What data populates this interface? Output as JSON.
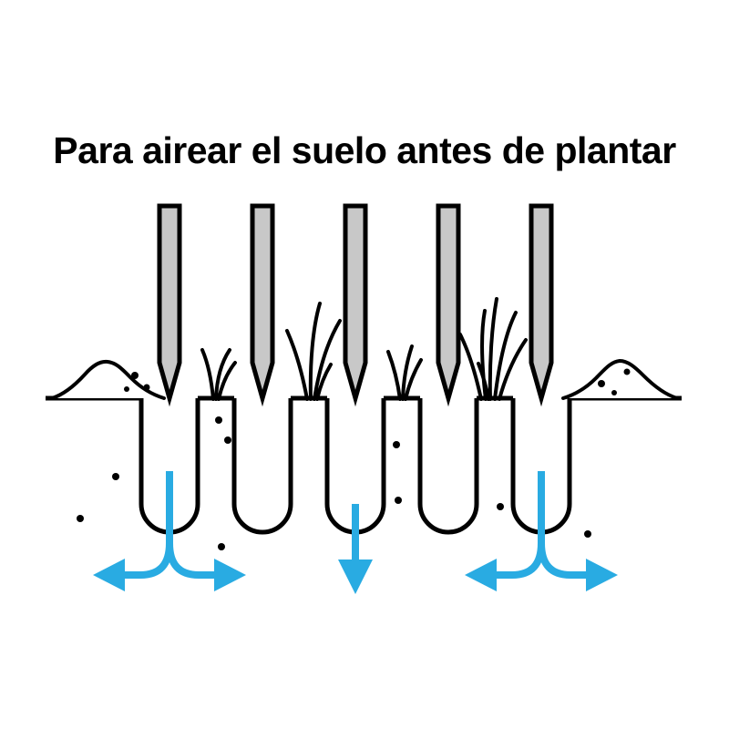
{
  "title": "Para airear el suelo antes de plantar",
  "illustration": {
    "spike_count": 5,
    "hole_count": 5,
    "grass_tuft_count": 4,
    "soil_mound_count": 2,
    "flow_arrows": [
      "split-left-right",
      "down",
      "split-left-right"
    ]
  },
  "colors": {
    "background": "#ffffff",
    "ink": "#000000",
    "spike_fill": "#c8c8c8",
    "arrow_blue": "#29abe2"
  }
}
